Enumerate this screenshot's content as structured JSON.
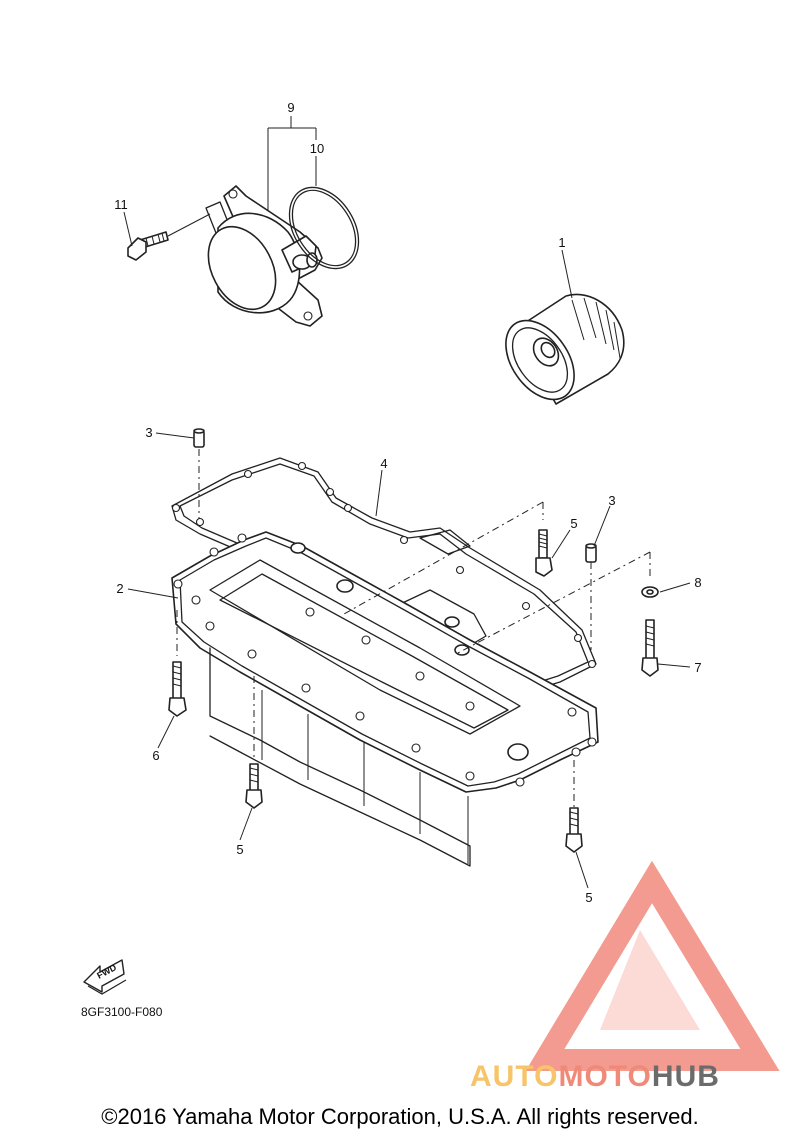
{
  "callouts": [
    {
      "id": "c9",
      "label": "9"
    },
    {
      "id": "c10",
      "label": "10"
    },
    {
      "id": "c11",
      "label": "11"
    },
    {
      "id": "c1",
      "label": "1"
    },
    {
      "id": "c3a",
      "label": "3"
    },
    {
      "id": "c4",
      "label": "4"
    },
    {
      "id": "c5a",
      "label": "5"
    },
    {
      "id": "c3b",
      "label": "3"
    },
    {
      "id": "c8",
      "label": "8"
    },
    {
      "id": "c2",
      "label": "2"
    },
    {
      "id": "c7",
      "label": "7"
    },
    {
      "id": "c6",
      "label": "6"
    },
    {
      "id": "c5b",
      "label": "5"
    },
    {
      "id": "c5c",
      "label": "5"
    }
  ],
  "fwd_label": "FWD",
  "diagram_code": "8GF3100-F080",
  "watermark": {
    "part1": "AUTO",
    "part2": "MOTO",
    "part3": "HUB",
    "color1": "#f7c46a",
    "color2": "#ef8a78",
    "color3": "#6b6b6b",
    "triangle_color": "#f28a7d"
  },
  "copyright": "©2016 Yamaha Motor Corporation, U.S.A. All rights reserved."
}
